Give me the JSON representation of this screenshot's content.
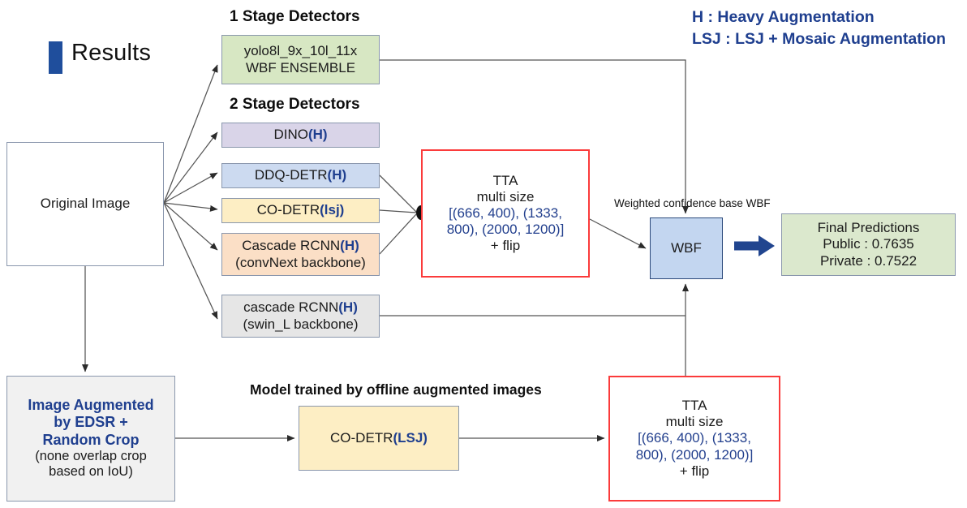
{
  "header": {
    "title": "Results",
    "accent_color": "#1f4e9c"
  },
  "legend": {
    "line1": "H : Heavy Augmentation",
    "line2": "LSJ : LSJ + Mosaic Augmentation",
    "color": "#1f3f8f"
  },
  "sections": {
    "one_stage": "1 Stage Detectors",
    "two_stage": "2 Stage Detectors",
    "offline_note": "Model trained by offline augmented images",
    "wbf_note": "Weighted confidence base WBF"
  },
  "nodes": {
    "original_image": {
      "label": "Original Image",
      "color": "#ffffff"
    },
    "yolo_ensemble": {
      "line1": "yolo8l_9x_10l_11x",
      "line2": "WBF ENSEMBLE",
      "color": "#d7e7c3"
    },
    "dino": {
      "name": "DINO",
      "tag": "(H)",
      "color": "#d9d4e8"
    },
    "ddq_detr": {
      "name": "DDQ-DETR",
      "tag": "(H)",
      "color": "#ccdaf0"
    },
    "co_detr": {
      "name": "CO-DETR",
      "tag": "(lsj)",
      "color": "#fdeec4"
    },
    "cascade_convnext": {
      "line1_name": "Cascade RCNN",
      "line1_tag": "(H)",
      "line2": "(convNext backbone)",
      "color": "#fbdfc6"
    },
    "cascade_swin": {
      "line1_name": "cascade RCNN",
      "line1_tag": "(H)",
      "line2": "(swin_L backbone)",
      "color": "#e6e6e6"
    },
    "tta_top": {
      "line1": "TTA",
      "line2": "multi size",
      "sizes_line1": "[(666, 400), (1333,",
      "sizes_line2": "800), (2000, 1200)]",
      "line5": "+ flip",
      "border_color": "#fb3b3b"
    },
    "wbf": {
      "label": "WBF",
      "color": "#c3d6f0"
    },
    "final_predictions": {
      "title": "Final Predictions",
      "public": "Public : 0.7635",
      "private": "Private : 0.7522",
      "color": "#dbe8cd"
    },
    "image_augmented": {
      "line1": "Image Augmented",
      "line2": "by EDSR +",
      "line3": "Random Crop",
      "line4": "(none overlap crop",
      "line5": "based on IoU)",
      "color": "#f1f1f1"
    },
    "co_detr_lsj": {
      "name": "CO-DETR",
      "tag": "(LSJ)",
      "color": "#fdeec4"
    },
    "tta_bottom": {
      "line1": "TTA",
      "line2": "multi size",
      "sizes_line1": "[(666, 400), (1333,",
      "sizes_line2": "800), (2000, 1200)]",
      "line5": "+ flip",
      "border_color": "#fb3b3b"
    }
  },
  "arrow_accent_color": "#21458f"
}
